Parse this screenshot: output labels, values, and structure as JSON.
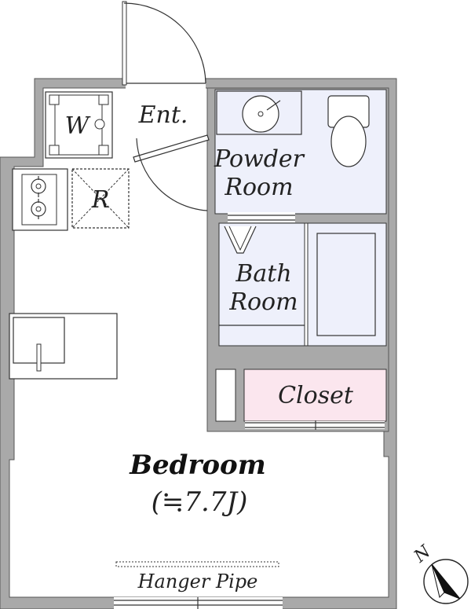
{
  "labels": {
    "entrance": "Ent.",
    "washer": "W",
    "refrigerator": "R",
    "powder_room_1": "Powder",
    "powder_room_2": "Room",
    "bath_room_1": "Bath",
    "bath_room_2": "Room",
    "closet": "Closet",
    "bedroom": "Bedroom",
    "bedroom_size": "(≒7.7J)",
    "hanger_pipe": "Hanger Pipe",
    "north": "N"
  },
  "colors": {
    "wall": "#a9a9a9",
    "wall_outline": "#555555",
    "wet_area": "#eef0fb",
    "closet": "#fbe6ee",
    "floor": "#ffffff"
  }
}
